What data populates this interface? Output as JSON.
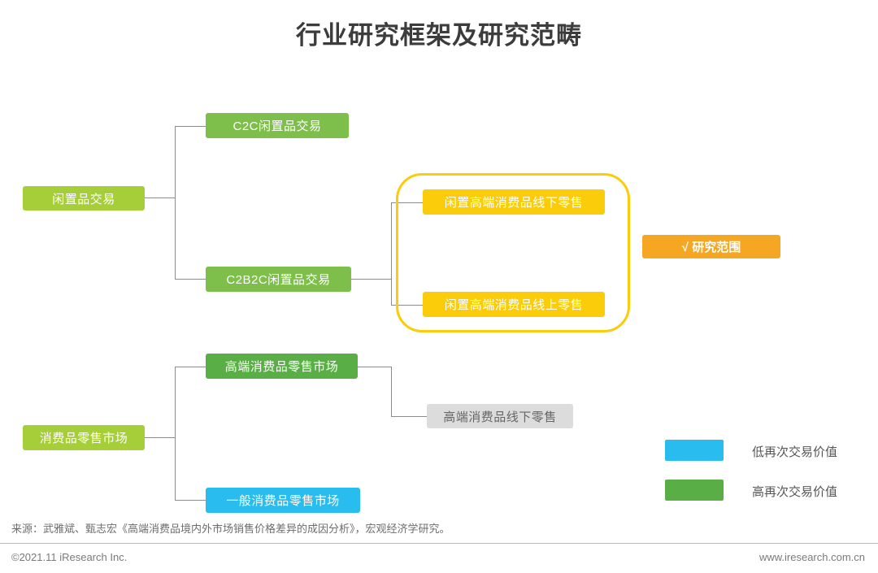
{
  "title": "行业研究框架及研究范畴",
  "nodes": {
    "root_idle": "闲置品交易",
    "c2c_idle": "C2C闲置品交易",
    "c2b2c_idle": "C2B2C闲置品交易",
    "idle_premium_offline": "闲置高端消费品线下零售",
    "idle_premium_online": "闲置高端消费品线上零售",
    "root_consumer": "消费品零售市场",
    "premium_retail_market": "高端消费品零售市场",
    "general_retail_market": "一般消费品零售市场",
    "premium_offline_retail": "高端消费品线下零售"
  },
  "scope_badge": {
    "label": "√ 研究范围",
    "color": "#f5a623"
  },
  "legend": [
    {
      "label": "低再次交易价值",
      "color": "#29bdef"
    },
    {
      "label": "高再次交易价值",
      "color": "#5aae46"
    }
  ],
  "palette": {
    "root_green": "#a6ce39",
    "mid_green": "#7dbf4a",
    "dark_green": "#5aae46",
    "blue": "#29bdef",
    "yellow": "#fbcc0a",
    "gray": "#dcdcdc",
    "orange": "#f5a623",
    "connector": "#8c8c8c"
  },
  "footer": {
    "source": "来源：武雅斌、甄志宏《高端消费品境内外市场销售价格差异的成因分析》，宏观经济学研究。",
    "copyright": "©2021.11 iResearch Inc.",
    "website": "www.iresearch.com.cn"
  }
}
